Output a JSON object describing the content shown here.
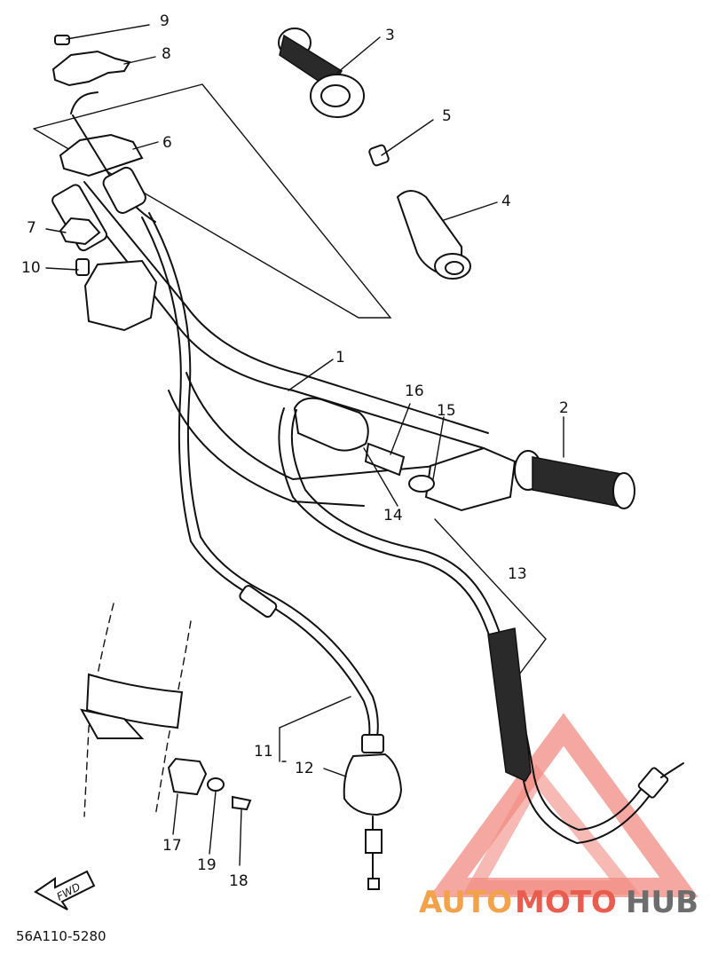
{
  "diagram": {
    "code": "56A110-5280",
    "fwd_label": "FWD",
    "callouts": [
      "1",
      "2",
      "3",
      "4",
      "5",
      "6",
      "7",
      "8",
      "9",
      "10",
      "11",
      "12",
      "13",
      "14",
      "15",
      "16",
      "17",
      "18",
      "19"
    ]
  },
  "watermark": {
    "part1": "AUTO",
    "part2": "MOTO",
    "part3": "HUB",
    "color_auto": "#f3a14a",
    "color_moto": "#e95d4f",
    "color_hub": "#6d6d6d"
  }
}
